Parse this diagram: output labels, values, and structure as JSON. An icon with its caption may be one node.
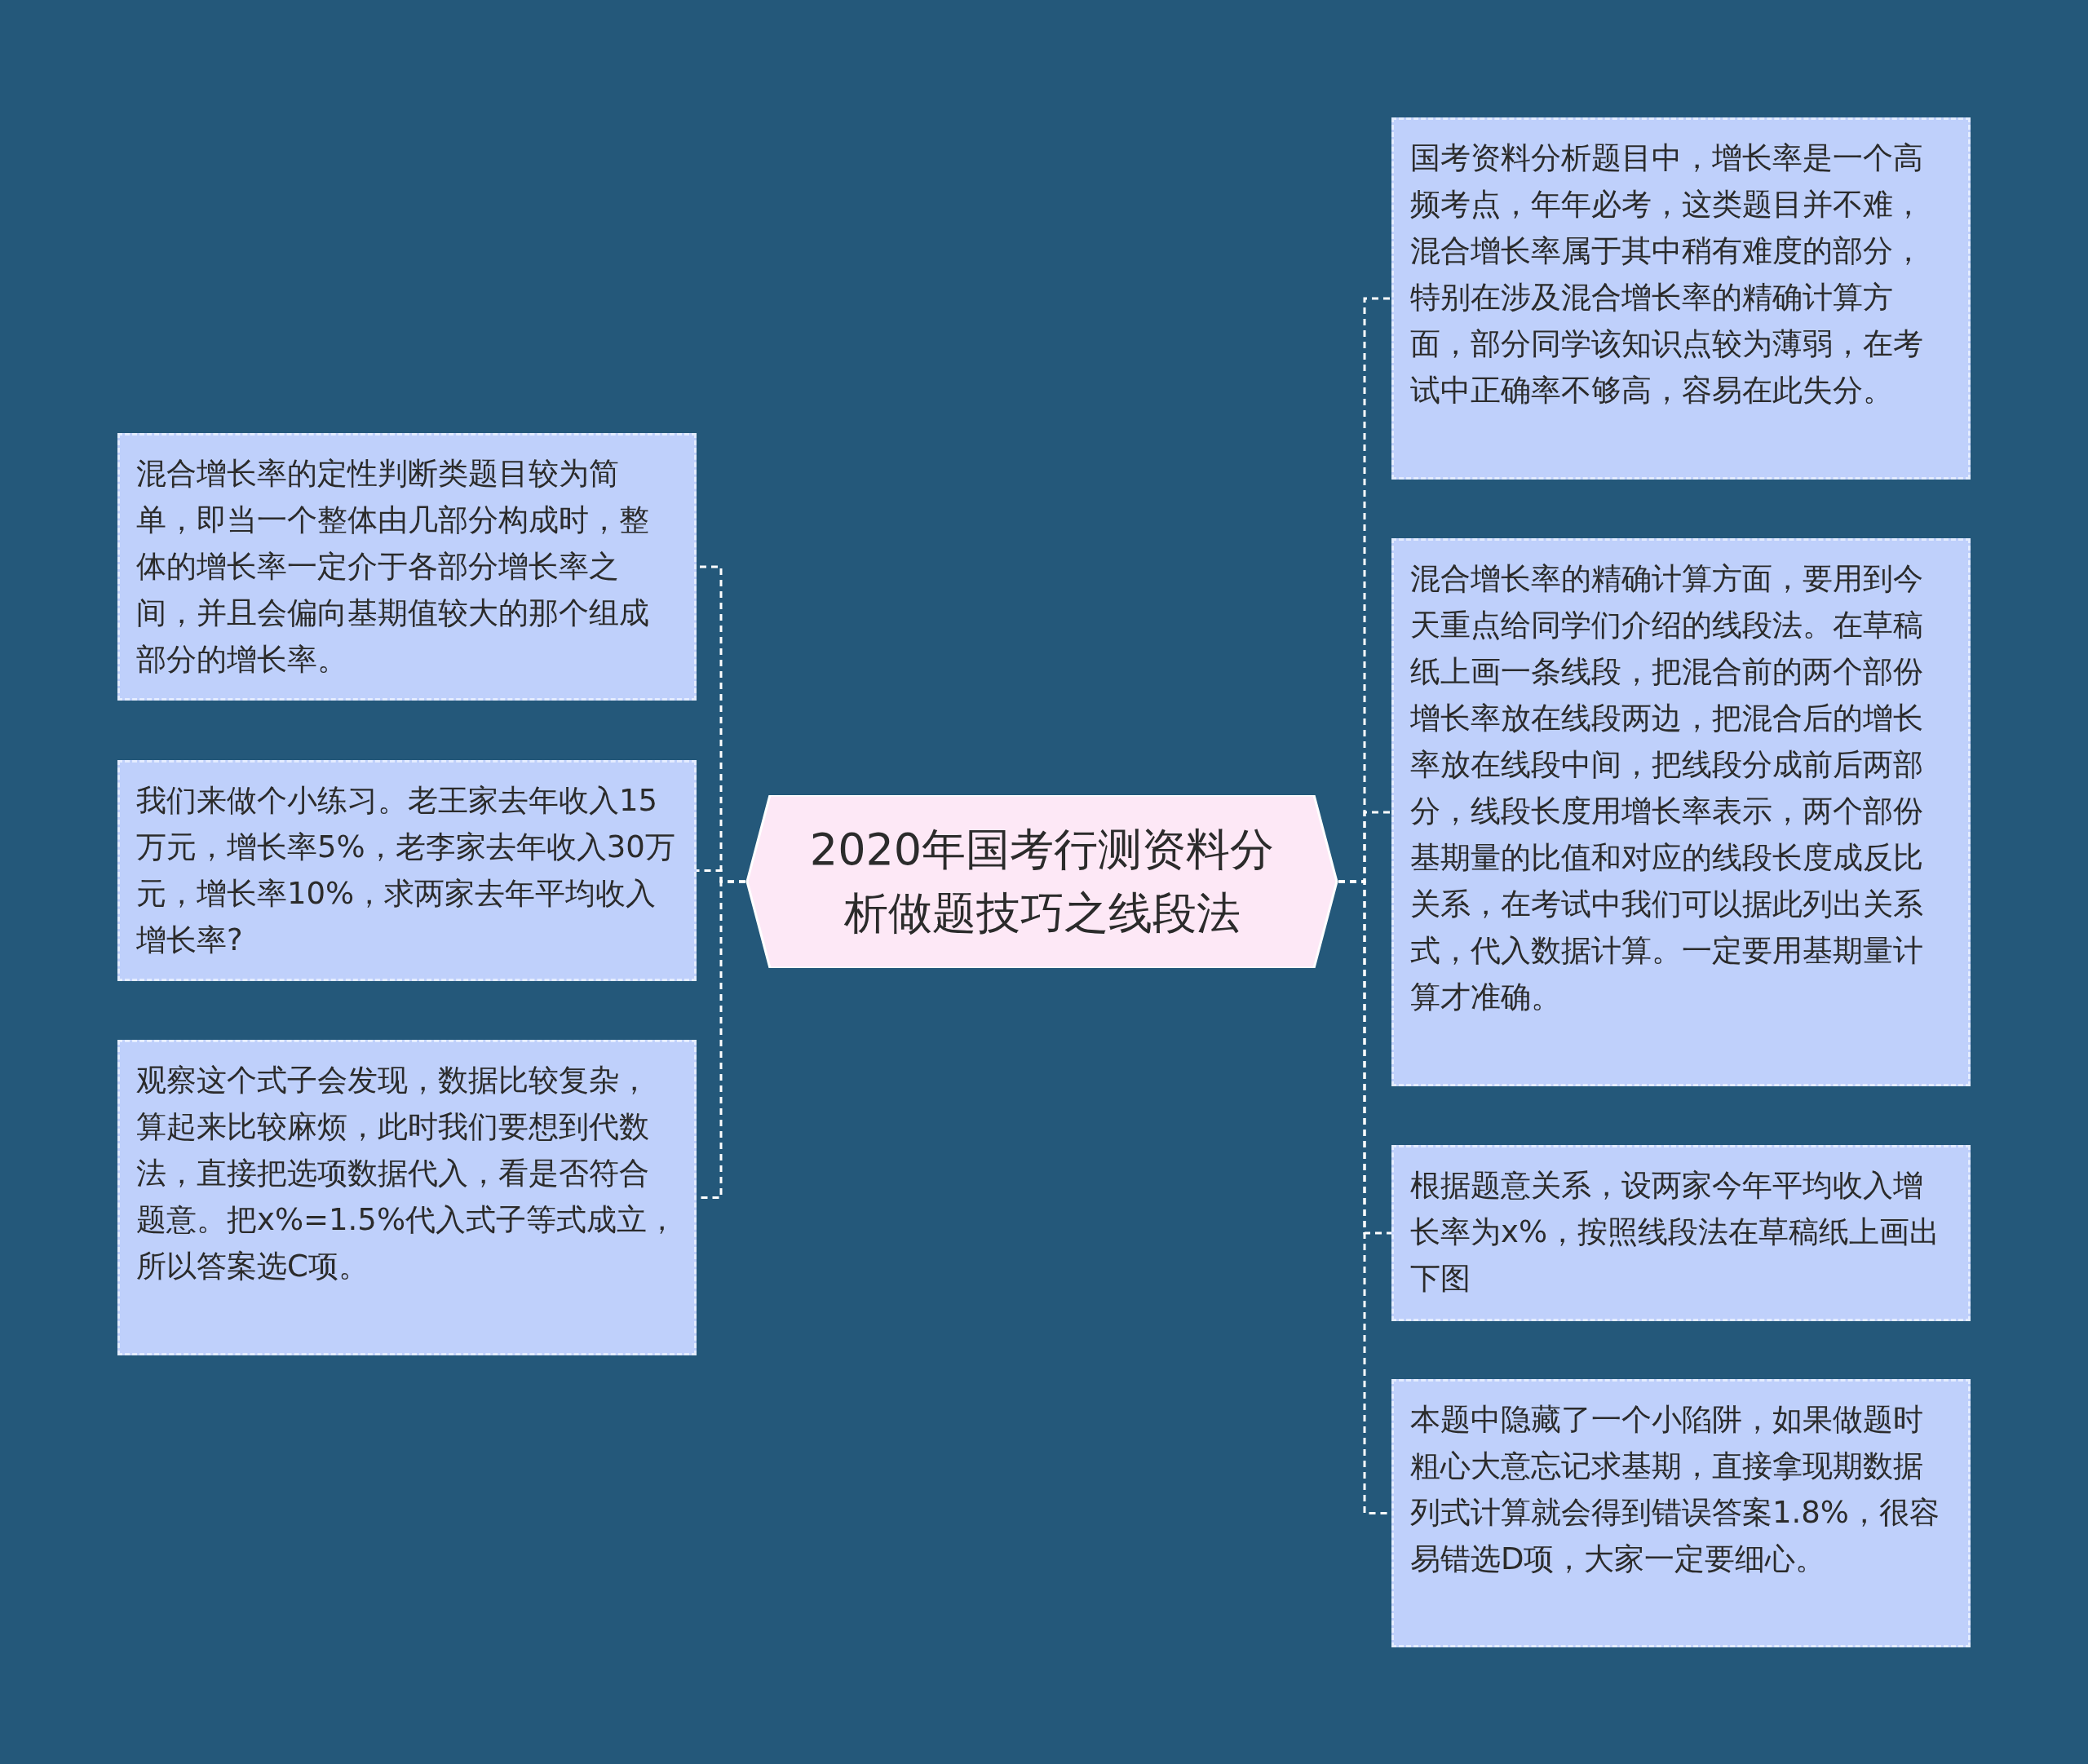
{
  "diagram": {
    "nodes": [
      {
        "text": [
          "2020年国考行测资料分析做题技巧之线段法"
        ]
      },
      {
        "text": [
          "混合增长率的定性判断类题目较为简单，即当一个整体由几部分构成时，整体的增长率一定介于各部分增长率之间，并且会偏向基期值较大的那个组成部分的增长率。"
        ]
      },
      {
        "text": [
          "我们来做个小练习。老王家去年收入15万元，增长率5%，老李家去年收入30万元，增长率10%，求两家去年平均收入增长率?"
        ]
      },
      {
        "text": [
          "观察这个式子会发现，数据比较复杂，算起来比较麻烦，此时我们要想到代数法，直接把选项数据代入，看是否符合题意。把x%=1.5%代入式子等式成立，所以答案选C项。"
        ]
      },
      {
        "text": [
          "国考资料分析题目中，增长率是一个高频考点，年年必考，这类题目并不难，混合增长率属于其中稍有难度的部分，特别在涉及混合增长率的精确计算方面，部分同学该知识点较为薄弱，在考试中正确率不够高，容易在此失分。"
        ]
      },
      {
        "text": [
          "混合增长率的精确计算方面，要用到今天重点给同学们介绍的线段法。在草稿纸上画一条线段，把混合前的两个部份增长率放在线段两边，把混合后的增长率放在线段中间，把线段分成前后两部分，线段长度用增长率表示，两个部份基期量的比值和对应的线段长度成反比关系，在考试中我们可以据此列出关系式，代入数据计算。一定要用基期量计算才准确。"
        ]
      },
      {
        "text": [
          "根据题意关系，设两家今年平均收入增长率为x%，按照线段法在草稿纸上画出下图"
        ]
      },
      {
        "text": [
          "本题中隐藏了一个小陷阱，如果做题时粗心大意忘记求基期，直接拿现期数据列式计算就会得到错误答案1.8%，很容易错选D项，大家一定要细心。"
        ]
      }
    ],
    "edges": [
      {
        "from": 0,
        "to": 1,
        "arrow": "none"
      },
      {
        "from": 0,
        "to": 2,
        "arrow": "none"
      },
      {
        "from": 0,
        "to": 3,
        "arrow": "none"
      },
      {
        "from": 0,
        "to": 4,
        "arrow": "none"
      },
      {
        "from": 0,
        "to": 5,
        "arrow": "none"
      },
      {
        "from": 0,
        "to": 6,
        "arrow": "none"
      },
      {
        "from": 0,
        "to": 7,
        "arrow": "none"
      }
    ]
  }
}
